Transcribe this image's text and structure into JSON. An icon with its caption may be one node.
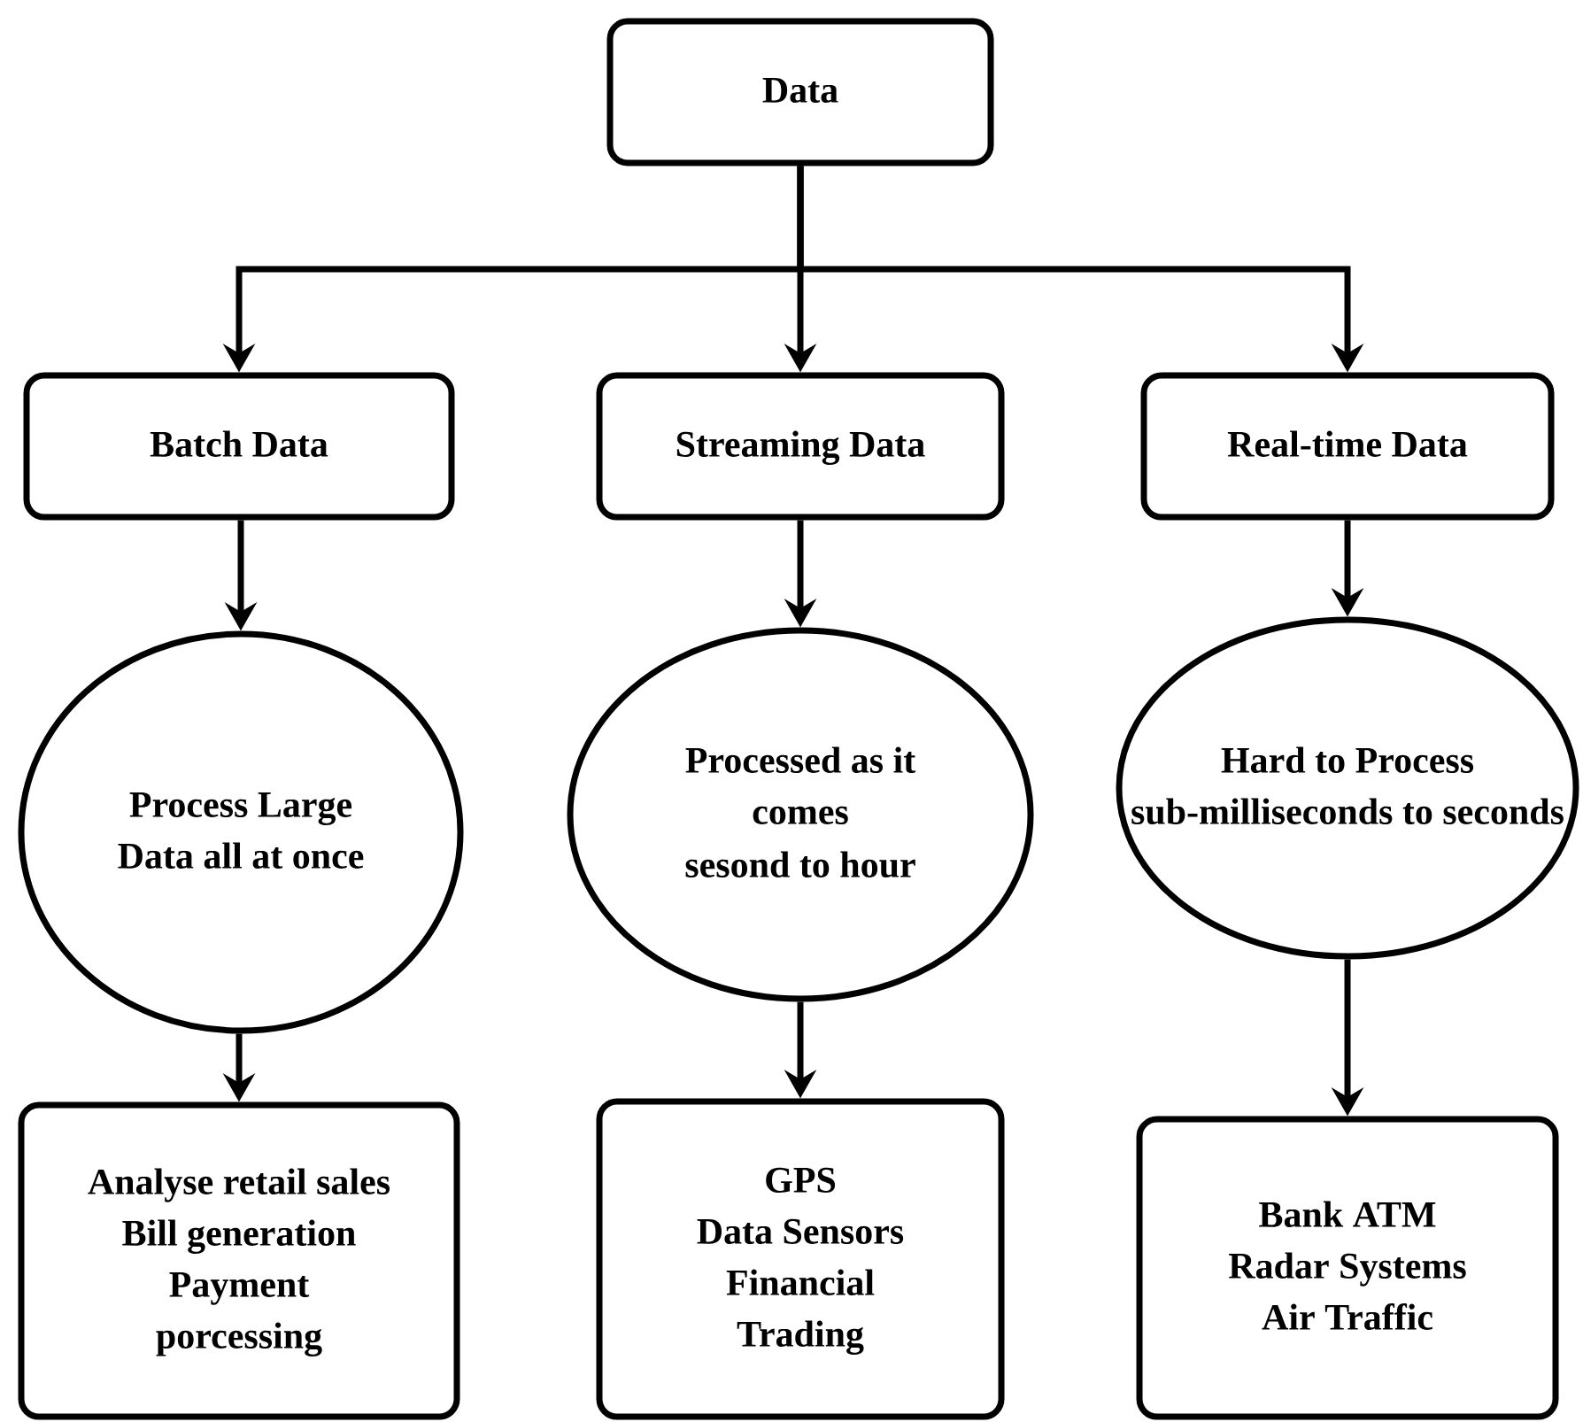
{
  "diagram": {
    "nodes": [
      {
        "text": [
          "Data"
        ]
      },
      {
        "text": [
          "Batch Data"
        ]
      },
      {
        "text": [
          "Streaming Data"
        ]
      },
      {
        "text": [
          "Real-time Data"
        ]
      },
      {
        "text": [
          "Process Large Data all at once"
        ]
      },
      {
        "text": [
          "Processed as it comes",
          "sesond to hour"
        ]
      },
      {
        "text": [
          "Hard to Process",
          "sub-milliseconds to seconds"
        ]
      },
      {
        "text": [
          "Analyse retail sales",
          "Bill generation",
          "Payment porcessing"
        ]
      },
      {
        "text": [
          "GPS",
          "Data Sensors",
          "Financial Trading"
        ]
      },
      {
        "text": [
          "Bank ATM",
          "Radar Systems",
          "Air Traffic"
        ]
      }
    ],
    "edges": [
      {
        "from": 0,
        "to": 1,
        "arrow": "to"
      },
      {
        "from": 0,
        "to": 2,
        "arrow": "to"
      },
      {
        "from": 0,
        "to": 3,
        "arrow": "to"
      },
      {
        "from": 1,
        "to": 4,
        "arrow": "to"
      },
      {
        "from": 2,
        "to": 5,
        "arrow": "to"
      },
      {
        "from": 3,
        "to": 6,
        "arrow": "to"
      },
      {
        "from": 4,
        "to": 7,
        "arrow": "to"
      },
      {
        "from": 5,
        "to": 8,
        "arrow": "to"
      },
      {
        "from": 6,
        "to": 9,
        "arrow": "to"
      }
    ]
  }
}
